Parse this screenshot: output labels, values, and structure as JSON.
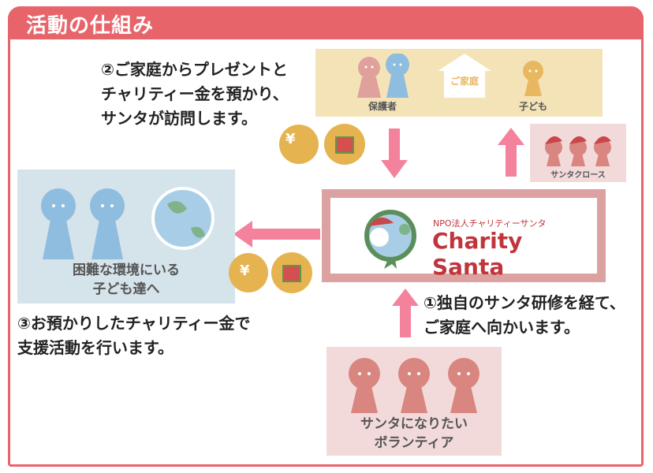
{
  "header": {
    "title": "活動の仕組み"
  },
  "steps": {
    "step2": [
      "②ご家庭からプレゼントと",
      "チャリティー金を預かり、",
      "サンタが訪問します。"
    ],
    "step1": [
      "①独自のサンタ研修を経て、",
      "ご家庭へ向かいます。"
    ],
    "step3": [
      "③お預かりしたチャリティー金で",
      "支援活動を行います。"
    ]
  },
  "home": {
    "guardian_label": "保護者",
    "house_label": "ご家庭",
    "child_label": "子ども"
  },
  "santa_box": {
    "label": "サンタクロース"
  },
  "logo": {
    "subtitle": "NPO法人チャリティーサンタ",
    "name": "Charity Santa"
  },
  "children_box": {
    "label": [
      "困難な環境にいる",
      "子ども達へ"
    ]
  },
  "volunteer_box": {
    "label": [
      "サンタになりたい",
      "ボランティア"
    ]
  },
  "icons": {
    "coin_symbol": "¥"
  },
  "colors": {
    "header": "#e8646b",
    "arrow": "#f5829c",
    "home_bg": "#f5e3b8",
    "santa_bg": "#f2dada",
    "children_bg": "#d5e3ea",
    "logo_red": "#c0343b"
  }
}
